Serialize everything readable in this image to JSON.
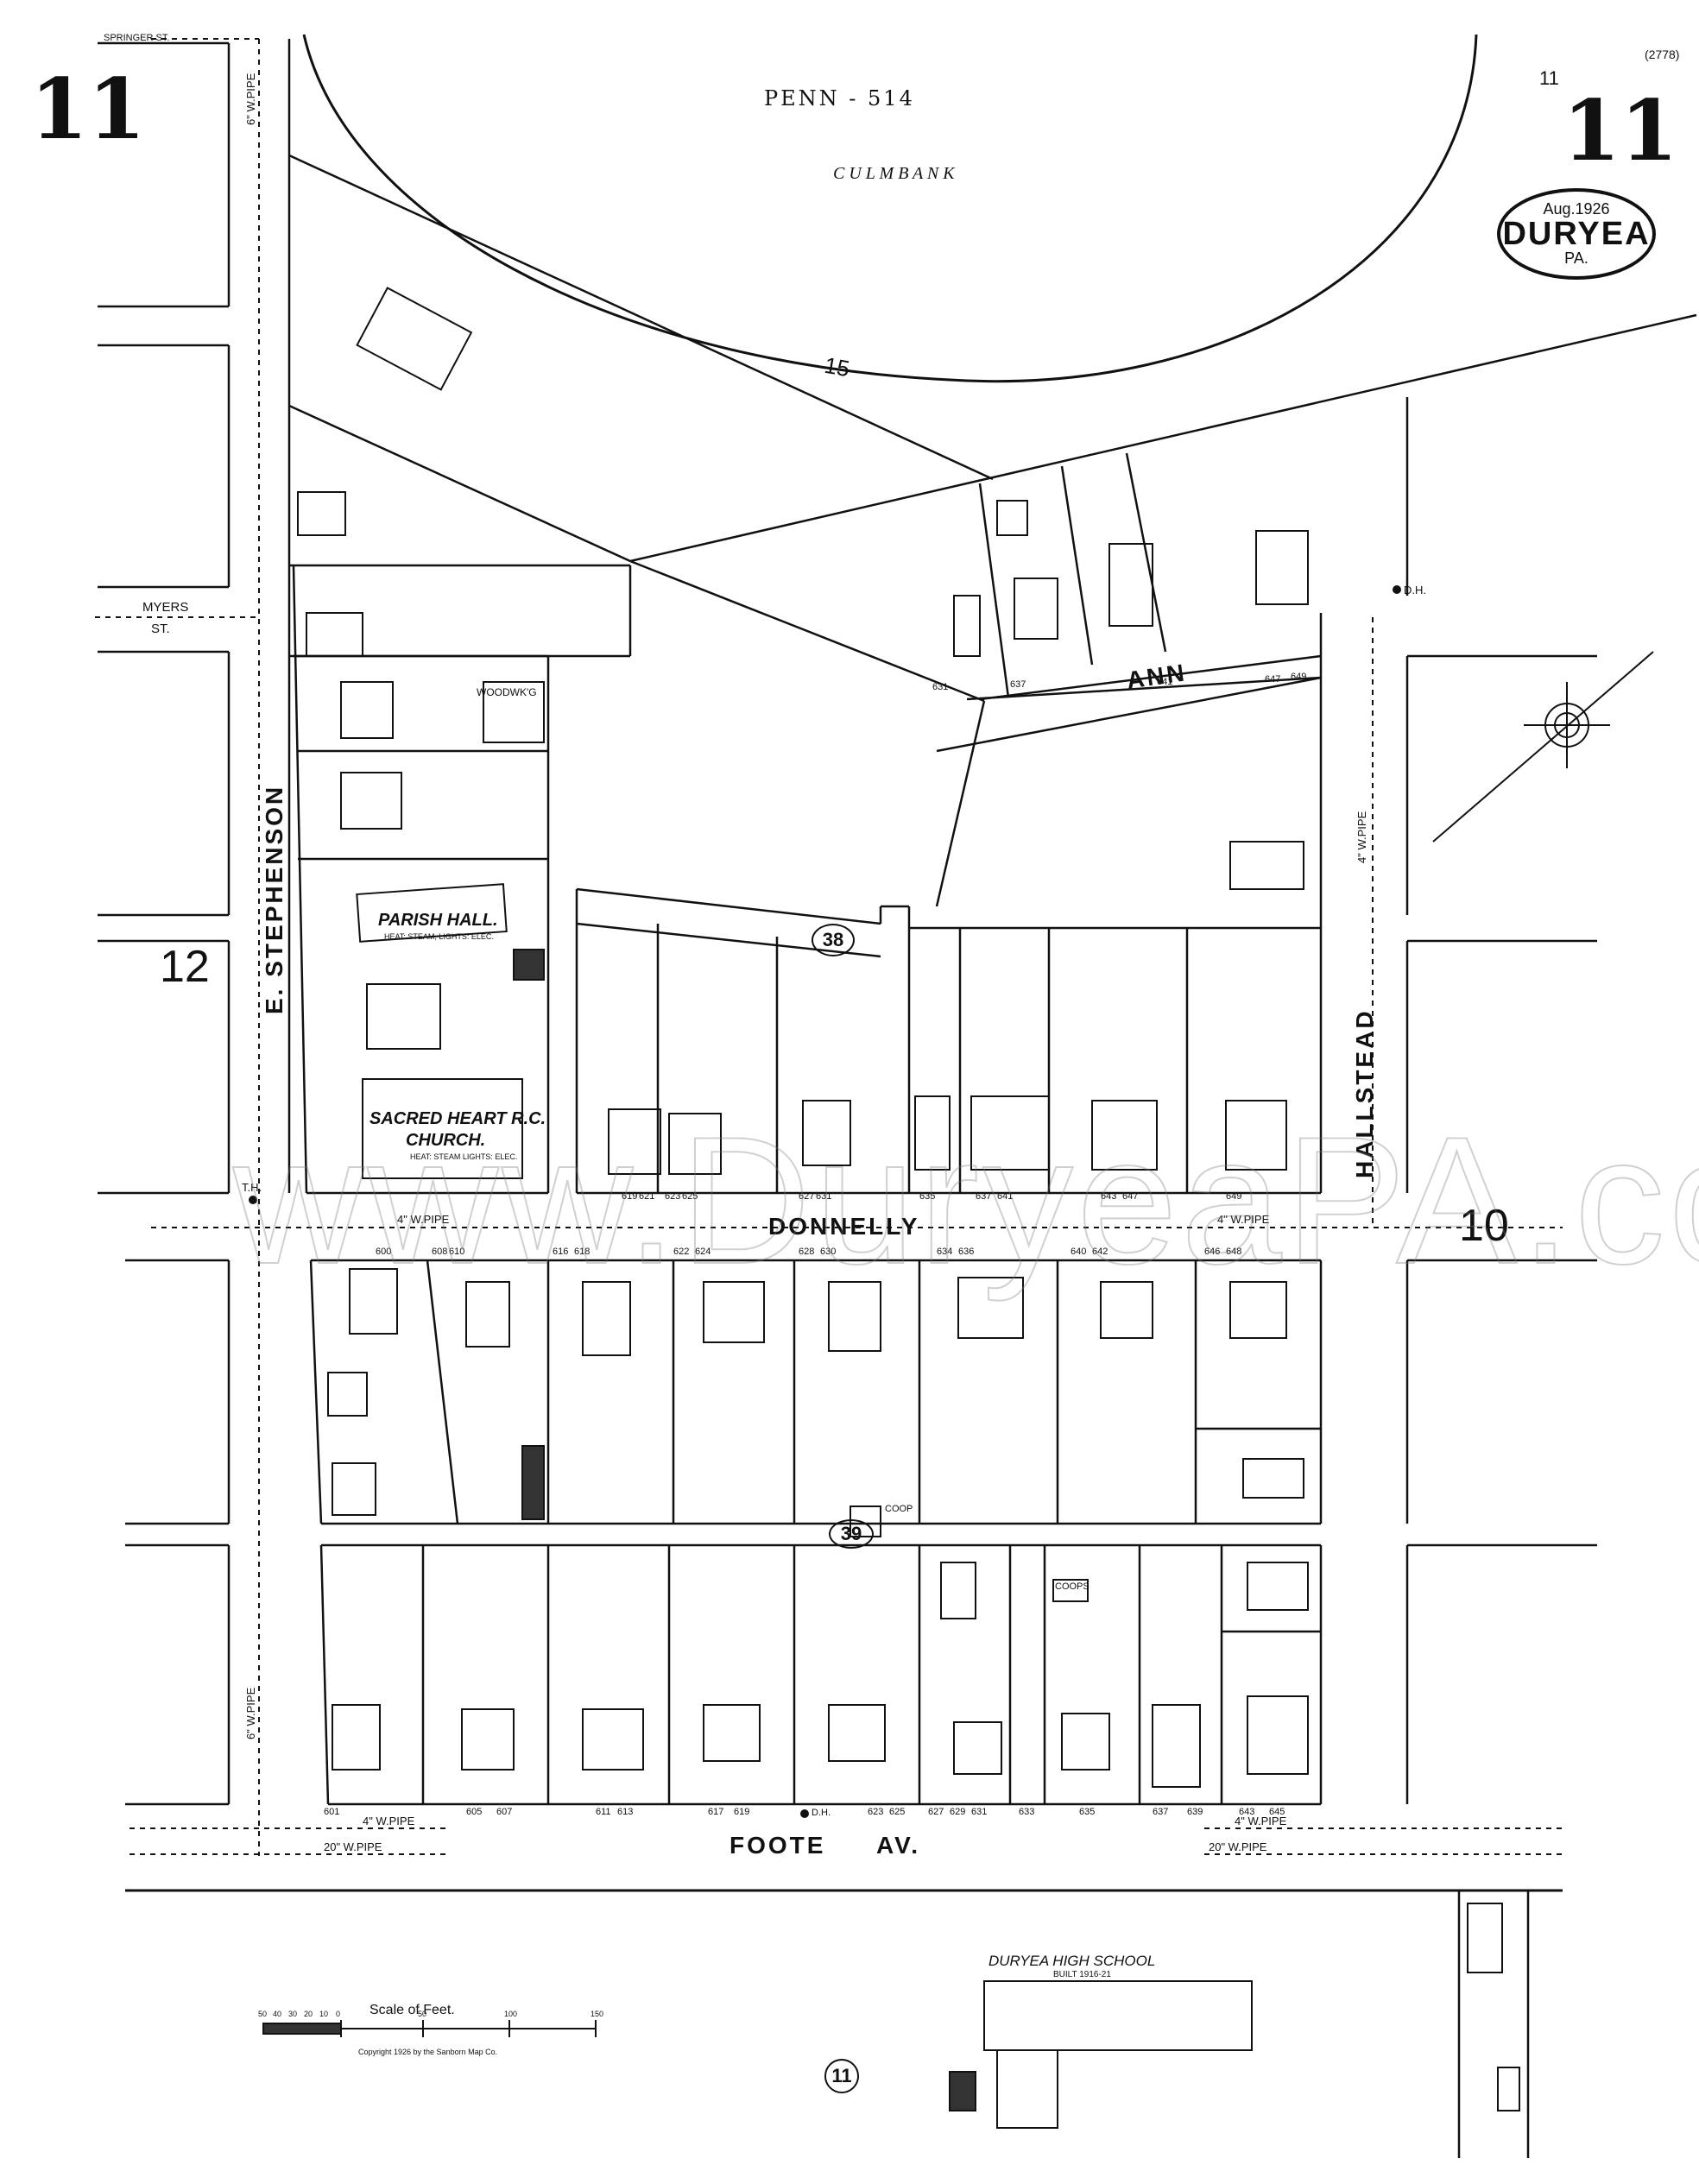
{
  "sheet": {
    "number_left": "11",
    "number_right": "11",
    "number_small": "11",
    "job_code": "(2778)",
    "stamp": {
      "date": "Aug.1926",
      "city": "DURYEA",
      "state": "PA."
    }
  },
  "streets": {
    "stephenson": "E. STEPHENSON",
    "hallstead": "HALLSTEAD",
    "donnelly": "DONNELLY",
    "foote": "FOOTE",
    "foote_suffix": "AV.",
    "ann": "ANN",
    "myers": "MYERS",
    "myers_suffix": "ST.",
    "penn": "PENN - 514",
    "top_left": "SPRINGER ST."
  },
  "features": {
    "culm_bank": "C U L M     B A N K",
    "lot_15": "15",
    "adjacent_12": "12",
    "adjacent_10": "10",
    "block_38": "38",
    "block_39": "39",
    "bottom_circle": "11"
  },
  "buildings": {
    "parish_hall": "PARISH HALL.",
    "parish_hall_note": "HEAT: STEAM, LIGHTS: ELEC.",
    "church_line1": "SACRED HEART R.C.",
    "church_line2": "CHURCH.",
    "church_note": "HEAT: STEAM LIGHTS: ELEC.",
    "woodwkg": "WOODWK'G",
    "high_school": "DURYEA HIGH SCHOOL",
    "high_school_note": "BUILT 1916-21",
    "coop": "COOP",
    "coops": "COOPS"
  },
  "pipes": {
    "six_w": "6\" W.PIPE",
    "four_w": "4\" W.PIPE",
    "twenty_w": "20\" W.PIPE",
    "four_w_ns": "4\" W.PIPE"
  },
  "hydrants": {
    "dh": "D.H.",
    "th": "T.H."
  },
  "addresses": {
    "donnelly_north": [
      "619",
      "621",
      "623",
      "625",
      "627",
      "631",
      "635",
      "637",
      "641",
      "643",
      "647",
      "649"
    ],
    "donnelly_south": [
      "600",
      "608",
      "610",
      "616",
      "618",
      "622",
      "624",
      "628",
      "630",
      "634",
      "636",
      "640",
      "642",
      "646",
      "648"
    ],
    "foote_north": [
      "601",
      "605",
      "607",
      "611",
      "613",
      "617",
      "619",
      "623",
      "625",
      "627",
      "629",
      "631",
      "633",
      "635",
      "637",
      "639",
      "643",
      "645"
    ],
    "ann_south": [
      "631",
      "637",
      "641",
      "647",
      "649"
    ]
  },
  "scale": {
    "title": "Scale of Feet.",
    "ticks": [
      "50",
      "40",
      "30",
      "20",
      "10",
      "0",
      "50",
      "100",
      "150"
    ],
    "copyright": "Copyright 1926 by the Sanborn Map Co."
  }
}
